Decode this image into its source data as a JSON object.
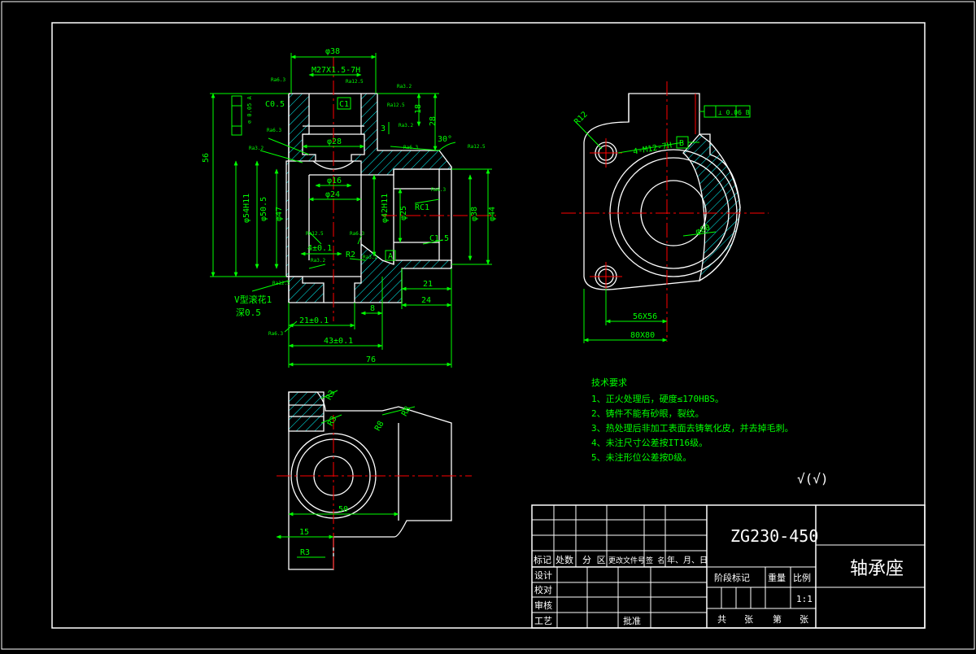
{
  "colors": {
    "background": "#000000",
    "outline": "#ffffff",
    "dimension": "#00ff00",
    "centerline": "#ff0000",
    "hatch": "#00ffff",
    "note_text": "#00ff00",
    "title_text": "#ffffff"
  },
  "front_view": {
    "dims": {
      "d38_top": "φ38",
      "thread": "M27X1.5-7H",
      "c05": "C0.5",
      "c1": "C1",
      "d28": "φ28",
      "d16": "φ16",
      "d24": "φ24",
      "d54h11": "φ54H11",
      "d50": "φ50.5",
      "d47": "φ47",
      "d42h11": "φ42H11",
      "d25": "φ25",
      "d38_right": "φ38",
      "d44": "φ44",
      "rc1": "RC1",
      "c15": "C1.5",
      "len56": "56",
      "len18": "18",
      "len28": "28",
      "len3": "3",
      "angle30": "30°",
      "w4": "4±0.1",
      "r2": "R2",
      "datum_a": "A",
      "len21a": "21",
      "len24": "24",
      "len21b": "21±0.1",
      "len8": "8",
      "len43": "43±0.1",
      "len76": "76",
      "groove_note": "V型滚花1",
      "groove_depth": "深0.5",
      "tol_frame": "⊘ 0.05 A"
    },
    "roughness": [
      "Ra6.3",
      "Ra12.5",
      "Ra3.2",
      "Ra12.5",
      "Ra3.2",
      "Ra6.3",
      "Ra3.2",
      "Ra6.3",
      "Ra12.5",
      "Ra12.5",
      "Ra6.3",
      "Ra3.2",
      "Ra6.3",
      "Ra12.5",
      "Ra3.2",
      "Ra6.3"
    ]
  },
  "side_view": {
    "r12": "R12",
    "holes": "4-M12-7H",
    "d60": "φ60",
    "datum_b": "B",
    "tol_frame": "⊥ 0.06 B",
    "sq56": "56X56",
    "sq80": "80X80"
  },
  "bottom_view": {
    "r3a": "R3",
    "r3b": "R3",
    "r8": "R8",
    "r8b": "R8",
    "len50": "50",
    "len15": "15",
    "r3c": "R3"
  },
  "notes": {
    "title": "技术要求",
    "items": [
      "1、正火处理后，硬度≤170HBS。",
      "2、铸件不能有砂眼，裂纹。",
      "3、热处理后非加工表面去铸氧化皮，并去掉毛刺。",
      "4、未注尺寸公差按IT16级。",
      "5、未注形位公差按D级。"
    ],
    "surface_symbol": "√(√)"
  },
  "title_block": {
    "material": "ZG230-450",
    "part_name": "轴承座",
    "hdr_mark": "标记",
    "hdr_count": "处数",
    "hdr_zone": "分 区",
    "hdr_docno": "更改文件号",
    "hdr_sign": "签 名",
    "hdr_date": "年、月、日",
    "design": "设计",
    "check": "校对",
    "review": "审核",
    "process": "工艺",
    "approve": "批准",
    "stage_mark": "阶段标记",
    "weight": "重量",
    "scale_label": "比例",
    "scale_value": "1:1",
    "total": "共",
    "sheets": "张",
    "sheet_no": "第",
    "sheets2": "张"
  }
}
